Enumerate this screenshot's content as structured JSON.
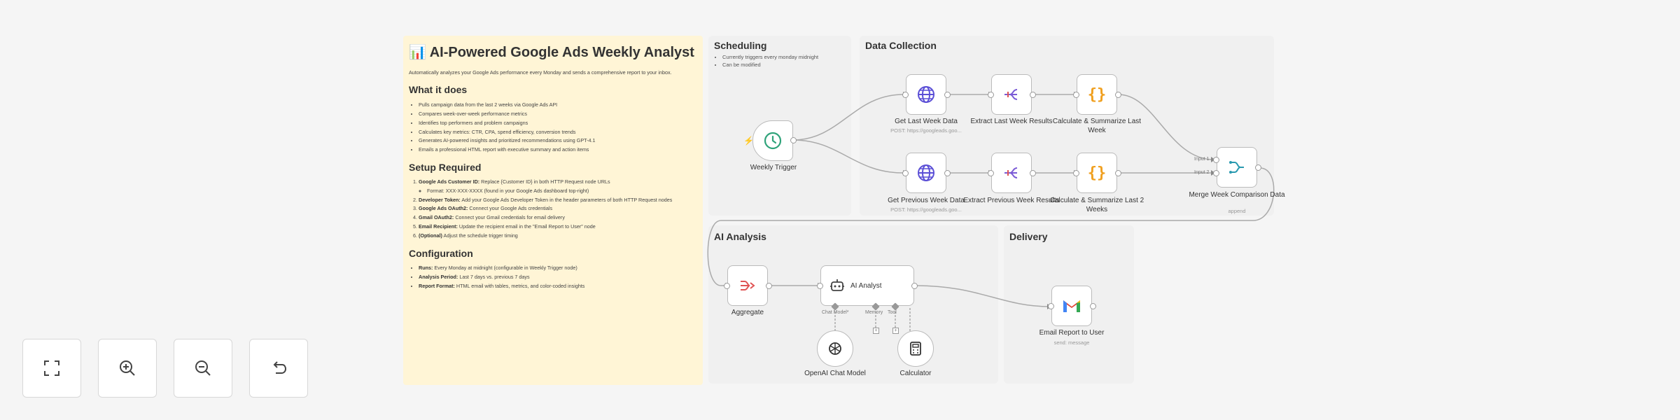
{
  "note": {
    "title": "📊 AI-Powered Google Ads Weekly Analyst",
    "intro": "Automatically analyzes your Google Ads performance every Monday and sends a comprehensive report to your inbox.",
    "what_heading": "What it does",
    "what_items": [
      "Pulls campaign data from the last 2 weeks via Google Ads API",
      "Compares week-over-week performance metrics",
      "Identifies top performers and problem campaigns",
      "Calculates key metrics: CTR, CPA, spend efficiency, conversion trends",
      "Generates AI-powered insights and prioritized recommendations using GPT-4.1",
      "Emails a professional HTML report with executive summary and action items"
    ],
    "setup_heading": "Setup Required",
    "setup_items": [
      {
        "bold": "Google Ads Customer ID:",
        "text": " Replace {Customer ID} in both HTTP Request node URLs"
      },
      {
        "bold": "",
        "text": "Format: XXX-XXX-XXXX (found in your Google Ads dashboard top-right)"
      },
      {
        "bold": "Developer Token:",
        "text": " Add your Google Ads Developer Token in the header parameters of both HTTP Request nodes"
      },
      {
        "bold": "Google Ads OAuth2:",
        "text": " Connect your Google Ads credentials"
      },
      {
        "bold": "Gmail OAuth2:",
        "text": " Connect your Gmail credentials for email delivery"
      },
      {
        "bold": "Email Recipient:",
        "text": " Update the recipient email in the \"Email Report to User\" node"
      },
      {
        "bold": "(Optional)",
        "text": " Adjust the schedule trigger timing"
      }
    ],
    "config_heading": "Configuration",
    "config_items": [
      {
        "bold": "Runs:",
        "text": " Every Monday at midnight (configurable in Weekly Trigger node)"
      },
      {
        "bold": "Analysis Period:",
        "text": " Last 7 days vs. previous 7 days"
      },
      {
        "bold": "Report Format:",
        "text": " HTML email with tables, metrics, and color-coded insights"
      }
    ]
  },
  "groups": {
    "scheduling": "Scheduling",
    "scheduling_bullets": [
      "Currently triggers every monday midnight",
      "Can be modified"
    ],
    "data_collection": "Data Collection",
    "ai_analysis": "AI Analysis",
    "delivery": "Delivery"
  },
  "nodes": {
    "weekly_trigger": "Weekly Trigger",
    "get_last_week": "Get Last Week Data",
    "get_last_week_sub": "POST: https://googleads.goo...",
    "extract_last_week": "Extract Last Week Results",
    "calc_last_week": "Calculate & Summarize Last Week",
    "get_prev_week": "Get Previous Week Data",
    "get_prev_week_sub": "POST: https://googleads.goo...",
    "extract_prev_week": "Extract Previous Week Results",
    "calc_last_2_weeks": "Calculate & Summarize Last 2 Weeks",
    "merge": "Merge Week Comparison Data",
    "merge_sub": "append",
    "merge_input1": "Input 1",
    "merge_input2": "Input 2",
    "aggregate": "Aggregate",
    "ai_analyst": "AI Analyst",
    "chat_model_port": "Chat Model*",
    "memory_port": "Memory",
    "tool_port": "Tool",
    "openai_model": "OpenAI Chat Model",
    "calculator": "Calculator",
    "email_report": "Email Report to User",
    "email_sub": "send: message"
  },
  "colors": {
    "note_bg": "#fff5d6",
    "globe": "#5b4fd6",
    "code": "#f0a020",
    "extract": "#7b5bd6",
    "trigger": "#2fa37a",
    "aggregate": "#e05555"
  },
  "icons": {
    "controls": [
      "fit-view-icon",
      "zoom-in-icon",
      "zoom-out-icon",
      "reset-icon"
    ]
  }
}
